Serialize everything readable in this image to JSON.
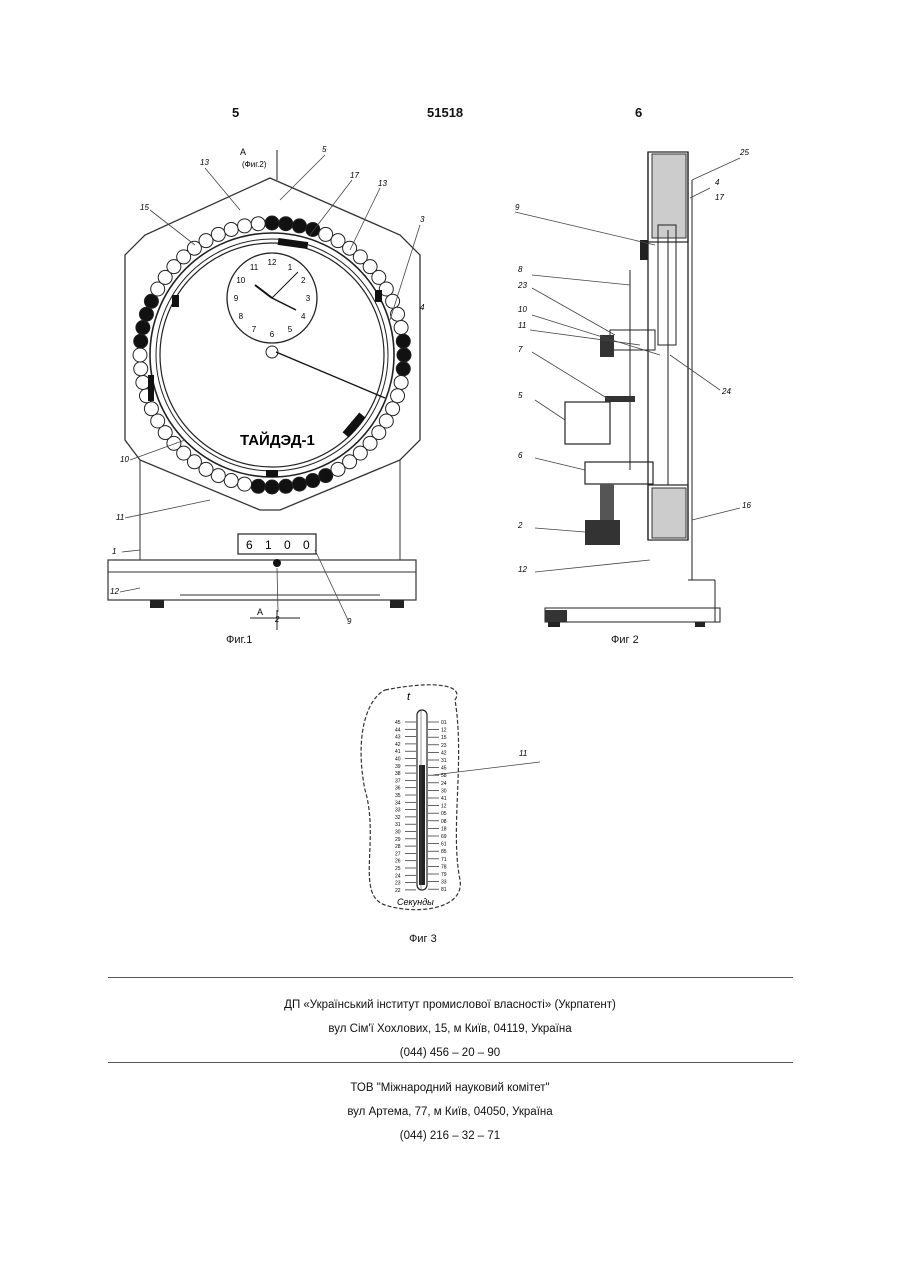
{
  "header": {
    "left_page": "5",
    "patent_no": "51518",
    "right_page": "6"
  },
  "figures": {
    "fig1": {
      "caption": "Фиг.1",
      "device_title": "ТАЙДЭД-1",
      "section_label": "A",
      "section_ref": "(Фиг.2)",
      "dial_numbers": [
        "12",
        "1",
        "2",
        "3",
        "4",
        "5",
        "6",
        "7",
        "8",
        "9",
        "10",
        "11"
      ],
      "display_digits": [
        "6",
        "1",
        "0",
        "0"
      ],
      "ref_labels": [
        "15",
        "13",
        "5",
        "17",
        "13",
        "3",
        "10",
        "11",
        "1",
        "12",
        "2",
        "9",
        "4"
      ]
    },
    "fig2": {
      "caption": "Фиг 2",
      "ref_labels": [
        "25",
        "4",
        "17",
        "9",
        "8",
        "23",
        "10",
        "11",
        "7",
        "5",
        "6",
        "2",
        "24",
        "16",
        "12"
      ]
    },
    "fig3": {
      "caption": "Фиг 3",
      "scale_title": "t",
      "scale_unit": "Секунды",
      "ref_label": "11",
      "left_scale": [
        "45",
        "44",
        "43",
        "42",
        "41",
        "40",
        "39",
        "38",
        "37",
        "36",
        "35",
        "34",
        "33",
        "32",
        "31",
        "30",
        "29",
        "28",
        "27",
        "26",
        "25",
        "24",
        "23",
        "22"
      ],
      "right_scale": [
        "01",
        "12",
        "15",
        "23",
        "42",
        "31",
        "45",
        "58",
        "24",
        "30",
        "41",
        "12",
        "05",
        "08",
        "18",
        "69",
        "61",
        "85",
        "71",
        "78",
        "79",
        "33",
        "81"
      ]
    }
  },
  "footer": {
    "org1_line1": "ДП «Український інститут промислової власності» (Укрпатент)",
    "org1_line2": "вул  Сім'ї Хохлових, 15, м  Київ, 04119, Україна",
    "org1_line3": "(044) 456 – 20 –  90",
    "org2_line1": "ТОВ \"Міжнародний науковий комітет\"",
    "org2_line2": "вул  Артема, 77, м  Київ, 04050, Україна",
    "org2_line3": "(044) 216 – 32 – 71"
  }
}
